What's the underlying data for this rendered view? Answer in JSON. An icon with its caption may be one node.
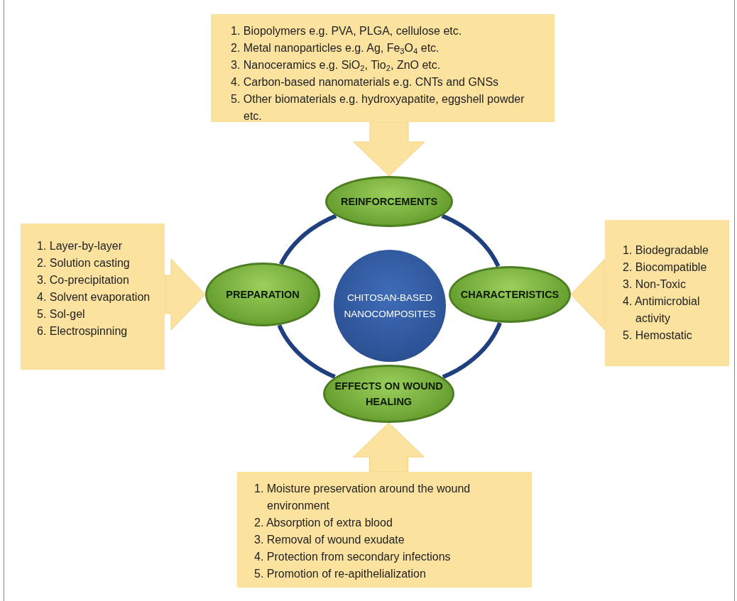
{
  "diagram": {
    "nodes": [
      {
        "text": [
          "1. Biopolymers e.g. PVA, PLGA, cellulose etc.",
          "2. Metal nanoparticles e.g. Ag, Fe$_{3}$O$_{4}$ etc.",
          "3. Nanoceramics e.g. SiO$_{2}$, Tio$_{2}$, ZnO etc.",
          "4. Carbon-based nanomaterials e.g. CNTs and GNSs",
          "5. Other biomaterials e.g. hydroxyapatite, eggshell powder etc."
        ]
      },
      {
        "text": [
          "REINFORCEMENTS"
        ]
      },
      {
        "text": [
          "1. Layer-by-layer",
          "2. Solution casting",
          "3. Co-precipitation",
          "4. Solvent evaporation",
          "5. Sol-gel",
          "6. Electrospinning"
        ]
      },
      {
        "text": [
          "PREPARATION"
        ]
      },
      {
        "text": [
          "CHITOSAN-BASED NANOCOMPOSITES"
        ]
      },
      {
        "text": [
          "CHARACTERISTICS"
        ]
      },
      {
        "text": [
          "1. Biodegradable",
          "2. Biocompatible",
          "3. Non-Toxic",
          "4. Antimicrobial activity",
          "5. Hemostatic"
        ]
      },
      {
        "text": [
          "EFFECTS ON WOUND HEALING"
        ]
      },
      {
        "text": [
          "1. Moisture preservation around the wound environment",
          "2. Absorption of extra blood",
          "3. Removal of wound exudate",
          "4. Protection from secondary infections",
          "5. Promotion of re-apithelialization"
        ]
      }
    ],
    "edges": [
      {
        "from": 0,
        "to": 1,
        "arrow": "to"
      },
      {
        "from": 2,
        "to": 3,
        "arrow": "to"
      },
      {
        "from": 6,
        "to": 5,
        "arrow": "to"
      },
      {
        "from": 8,
        "to": 7,
        "arrow": "to"
      },
      {
        "from": 1,
        "to": 5,
        "arrow": "none"
      },
      {
        "from": 5,
        "to": 7,
        "arrow": "none"
      },
      {
        "from": 7,
        "to": 3,
        "arrow": "none"
      },
      {
        "from": 3,
        "to": 1,
        "arrow": "none"
      }
    ]
  }
}
